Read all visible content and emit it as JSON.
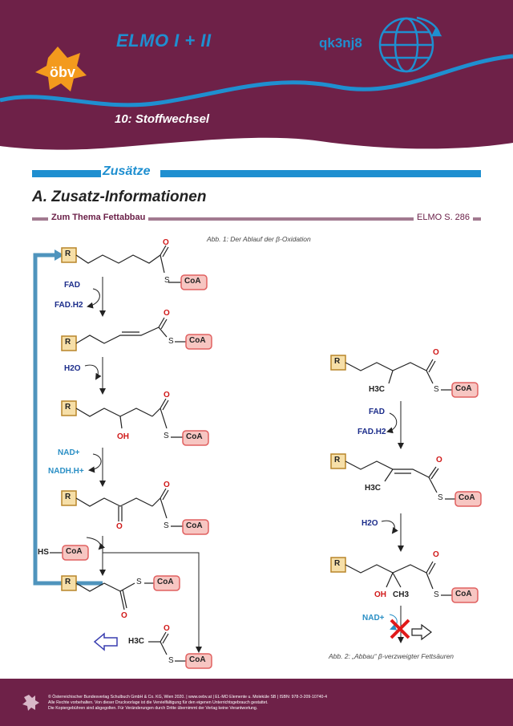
{
  "header": {
    "title": "ELMO I + II",
    "code": "qk3nj8",
    "logo_text": "öbv",
    "chapter": "10: Stoffwechsel",
    "colors": {
      "burgundy": "#6e2148",
      "blue": "#1f8fd0",
      "orange": "#f39a1d"
    }
  },
  "section": {
    "label": "Zusätze",
    "title": "A. Zusatz-Informationen",
    "topic": "Zum Thema Fettabbau",
    "ref": "ELMO S. 286"
  },
  "captions": {
    "fig1": "Abb. 1:     Der Ablauf der β-Oxidation",
    "fig2": "Abb. 2:     „Abbau“ β-verzweigter Fettsäuren"
  },
  "labels": {
    "R": "R",
    "O": "O",
    "S": "S",
    "CoA": "CoA",
    "OH": "OH",
    "HS": "HS",
    "H3C": "H3C",
    "CH3": "CH3",
    "FAD": "FAD",
    "FADH2": "FAD.H2",
    "H2O": "H2O",
    "NAD": "NAD+",
    "NADH": "NADH.H+"
  },
  "footer": {
    "line1": "© Österreichischer Bundesverlag Schulbuch GmbH & Co. KG, Wien 2020. | www.oebv.at | EL-MO Elemente u. Moleküle SB | ISBN: 978-3-209-10740-4",
    "line2": "Alle Rechte vorbehalten. Von dieser Druckvorlage ist die Vervielfältigung für den eigenen Unterrichtsgebrauch gestattet.",
    "line3": "Die Kopiergebühren sind abgegolten. Für Veränderungen durch Dritte übernimmt der Verlag keine Verantwortung."
  }
}
